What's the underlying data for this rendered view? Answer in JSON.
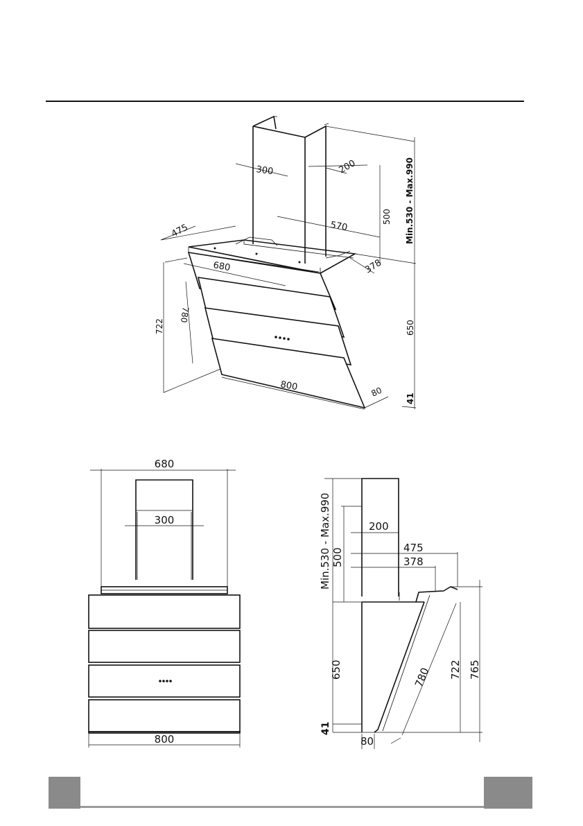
{
  "perspective": {
    "d300": "300",
    "d200": "200",
    "d570": "570",
    "d500": "500",
    "dminmax": "Min.530 - Max.990",
    "d475": "475",
    "d680": "680",
    "d378": "378",
    "d780": "780",
    "d722": "722",
    "d650": "650",
    "d800": "800",
    "d80": "80",
    "d41": "41"
  },
  "front": {
    "d680": "680",
    "d300": "300",
    "d800": "800"
  },
  "side": {
    "dminmax": "Min.530 - Max.990",
    "d500": "500",
    "d200": "200",
    "d475": "475",
    "d378": "378",
    "d650": "650",
    "d41": "41",
    "d80": "80",
    "d780": "780",
    "d722": "722",
    "d765": "765"
  }
}
